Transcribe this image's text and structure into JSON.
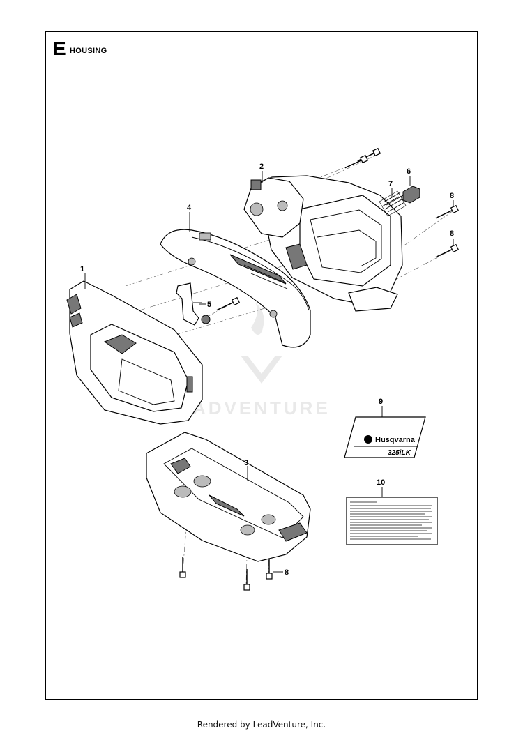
{
  "section": {
    "letter": "E",
    "title": "HOUSING"
  },
  "callouts": [
    "1",
    "2",
    "3",
    "4",
    "5",
    "6",
    "7",
    "8",
    "8",
    "8",
    "9",
    "10"
  ],
  "decal": {
    "brand": "Husqvarna",
    "model": "325iLK"
  },
  "watermark": "ADVENTURE",
  "footer": "Rendered by LeadVenture, Inc."
}
